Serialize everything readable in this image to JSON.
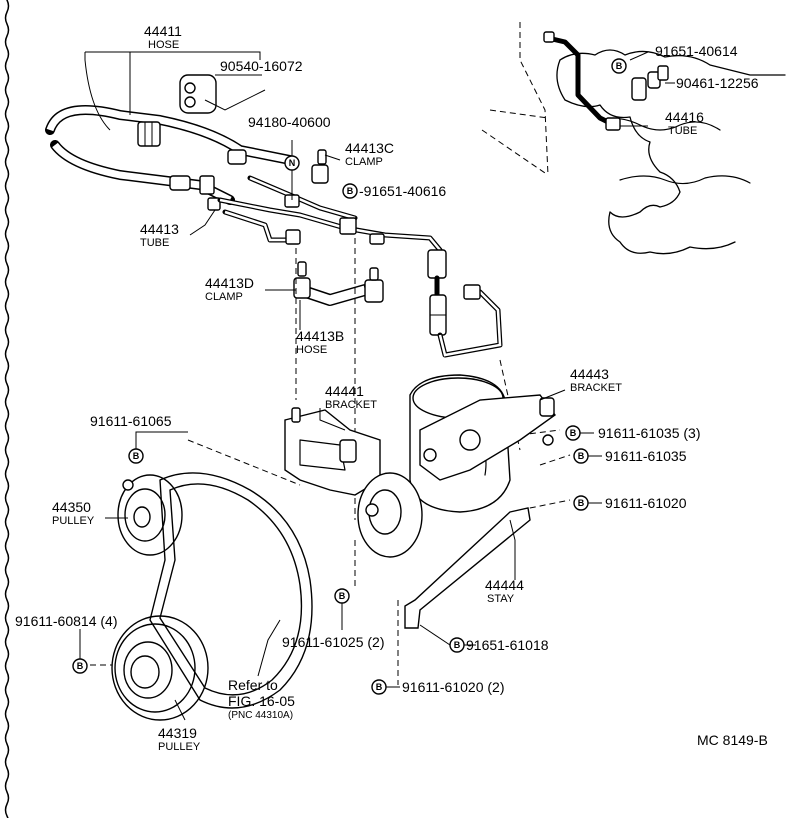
{
  "parts": {
    "hose_44411": {
      "number": "44411",
      "name": "HOSE"
    },
    "part_90540": {
      "number": "90540-16072"
    },
    "part_94180": {
      "number": "94180-40600"
    },
    "clamp_44413c": {
      "number": "44413C",
      "name": "CLAMP"
    },
    "bolt_91651_40616": {
      "number": "-91651-40616"
    },
    "tube_44413": {
      "number": "44413",
      "name": "TUBE"
    },
    "clamp_44413d": {
      "number": "44413D",
      "name": "CLAMP"
    },
    "hose_44413b": {
      "number": "44413B",
      "name": "HOSE"
    },
    "bolt_91651_40614": {
      "number": "91651-40614"
    },
    "part_90461": {
      "number": "90461-12256"
    },
    "tube_44416": {
      "number": "44416",
      "name": "TUBE"
    },
    "bracket_44441": {
      "number": "44441",
      "name": "BRACKET"
    },
    "bracket_44443": {
      "number": "44443",
      "name": "BRACKET"
    },
    "bolt_91611_61065": {
      "number": "91611-61065"
    },
    "bolt_91611_61035_3": {
      "number": "91611-61035 (3)"
    },
    "bolt_91611_61035": {
      "number": "91611-61035"
    },
    "pulley_44350": {
      "number": "44350",
      "name": "PULLEY"
    },
    "bolt_91611_61020": {
      "number": "91611-61020"
    },
    "stay_44444": {
      "number": "44444",
      "name": "STAY"
    },
    "bolt_91611_60814": {
      "number": "91611-60814 (4)"
    },
    "bolt_91611_61025": {
      "number": "91611-61025 (2)"
    },
    "bolt_91651_61018": {
      "number": "91651-61018"
    },
    "bolt_91611_61020_2": {
      "number": "91611-61020 (2)"
    },
    "pulley_44319": {
      "number": "44319",
      "name": "PULLEY"
    }
  },
  "reference": {
    "line1": "Refer to",
    "line2": "FIG. 16-05",
    "line3": "(PNC 44310A)"
  },
  "markers": {
    "bolt": "B",
    "nut": "N"
  },
  "diagram_code": "MC 8149-B",
  "icons": [
    "bolt-marker-icon",
    "nut-marker-icon"
  ]
}
